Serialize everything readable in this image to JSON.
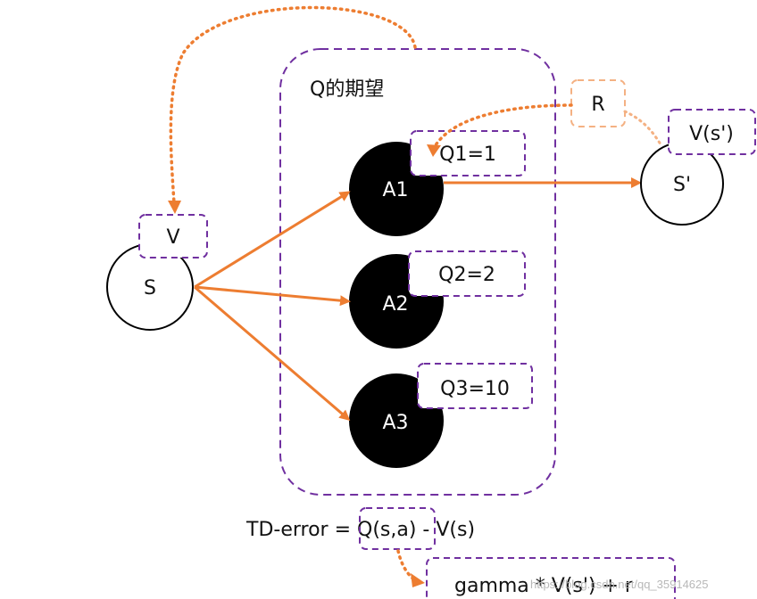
{
  "diagram": {
    "container_label": "Q的期望",
    "states": {
      "s": "S",
      "s_prime": "S'"
    },
    "actions": [
      "A1",
      "A2",
      "A3"
    ],
    "q_values": [
      "Q1=1",
      "Q2=2",
      "Q3=10"
    ],
    "value_s": "V",
    "value_s_prime": "V(s')",
    "reward": "R",
    "formula": {
      "lhs": "TD-error = ",
      "qsa": "Q(s,a)",
      "rest": " - V(s)"
    },
    "target": "gamma * V(s') + r",
    "watermark": "https://blog.csdn.net/qq_35914625",
    "colors": {
      "arrow": "#ED7D31",
      "dash_box": "#7030A0",
      "reward_box": "#F4B183",
      "node": "#000000"
    }
  }
}
